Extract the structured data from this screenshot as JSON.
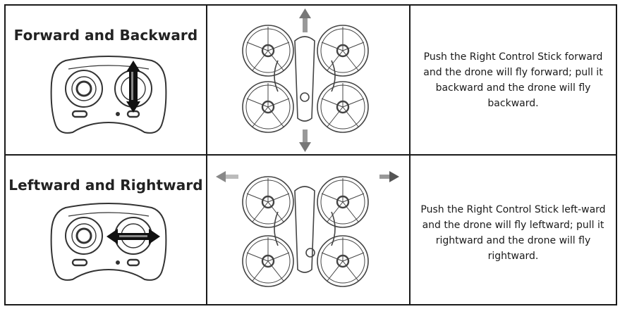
{
  "rows": [
    {
      "heading": "Forward and Backward",
      "description": "Push the Right Control Stick forward and the drone will fly forward; pull it backward and the drone will fly backward.",
      "direction": "vertical"
    },
    {
      "heading": "Leftward and Rightward",
      "description": "Push the Right Control Stick left-ward and the drone will fly leftward; pull it rightward and the drone will fly rightward.",
      "direction": "horizontal"
    }
  ]
}
